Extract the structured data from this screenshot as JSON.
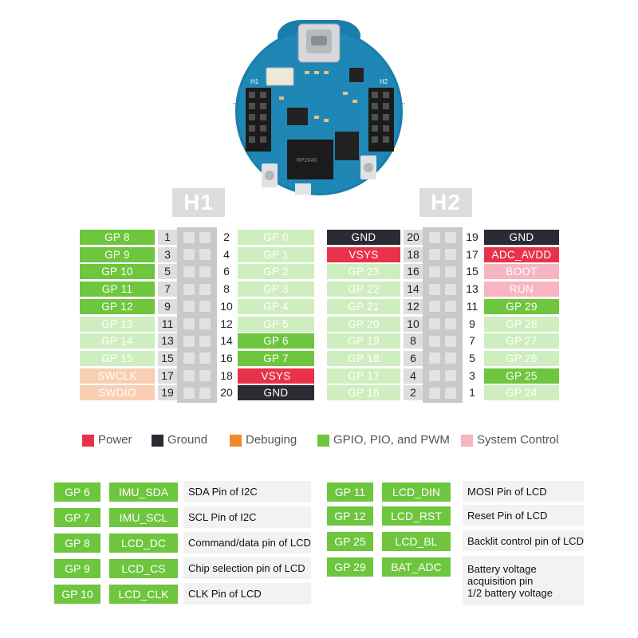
{
  "colors": {
    "power": "#e8324a",
    "ground": "#2b2c33",
    "debug": "#f08a2c",
    "gpio": "#6ec53e",
    "gpio_light": "#cfeec0",
    "system": "#f6b5c1",
    "debug_light": "#f8cfb2",
    "num_bg": "#dedede"
  },
  "headers": {
    "h1": "H1",
    "h2": "H2"
  },
  "h1": {
    "rows": [
      {
        "left": "GP 8",
        "lnum": "1",
        "rnum": "2",
        "right": "GP 0"
      },
      {
        "left": "GP 9",
        "lnum": "3",
        "rnum": "4",
        "right": "GP 1"
      },
      {
        "left": "GP 10",
        "lnum": "5",
        "rnum": "6",
        "right": "GP 2"
      },
      {
        "left": "GP 11",
        "lnum": "7",
        "rnum": "8",
        "right": "GP 3"
      },
      {
        "left": "GP 12",
        "lnum": "9",
        "rnum": "10",
        "right": "GP 4"
      },
      {
        "left": "GP 13",
        "lnum": "11",
        "rnum": "12",
        "right": "GP 5"
      },
      {
        "left": "GP 14",
        "lnum": "13",
        "rnum": "14",
        "right": "GP 6"
      },
      {
        "left": "GP 15",
        "lnum": "15",
        "rnum": "16",
        "right": "GP 7"
      },
      {
        "left": "SWCLK",
        "lnum": "17",
        "rnum": "18",
        "right": "VSYS"
      },
      {
        "left": "SWDIO",
        "lnum": "19",
        "rnum": "20",
        "right": "GND"
      }
    ]
  },
  "h2": {
    "rows": [
      {
        "left": "GND",
        "lnum": "20",
        "rnum": "19",
        "right": "GND"
      },
      {
        "left": "VSYS",
        "lnum": "18",
        "rnum": "17",
        "right": "ADC_AVDD"
      },
      {
        "left": "GP 23",
        "lnum": "16",
        "rnum": "15",
        "right": "BOOT"
      },
      {
        "left": "GP 22",
        "lnum": "14",
        "rnum": "13",
        "right": "RUN"
      },
      {
        "left": "GP 21",
        "lnum": "12",
        "rnum": "11",
        "right": "GP 29"
      },
      {
        "left": "GP 20",
        "lnum": "10",
        "rnum": "9",
        "right": "GP 28"
      },
      {
        "left": "GP 19",
        "lnum": "8",
        "rnum": "7",
        "right": "GP 27"
      },
      {
        "left": "GP 18",
        "lnum": "6",
        "rnum": "5",
        "right": "GP 26"
      },
      {
        "left": "GP 17",
        "lnum": "4",
        "rnum": "3",
        "right": "GP 25"
      },
      {
        "left": "GP 16",
        "lnum": "2",
        "rnum": "1",
        "right": "GP 24"
      }
    ]
  },
  "legend": [
    {
      "label": "Power"
    },
    {
      "label": "Ground"
    },
    {
      "label": "Debuging"
    },
    {
      "label": "GPIO, PIO, and PWM"
    },
    {
      "label": "System Control"
    }
  ],
  "functions_left": [
    {
      "gp": "GP 6",
      "fn": "IMU_SDA",
      "desc": [
        "SDA Pin of I2C"
      ]
    },
    {
      "gp": "GP 7",
      "fn": "IMU_SCL",
      "desc": [
        "SCL Pin of I2C"
      ]
    },
    {
      "gp": "GP 8",
      "fn": "LCD_DC",
      "desc": [
        "Command/data pin of LCD"
      ]
    },
    {
      "gp": "GP 9",
      "fn": "LCD_CS",
      "desc": [
        "Chip selection pin of LCD"
      ]
    },
    {
      "gp": "GP 10",
      "fn": "LCD_CLK",
      "desc": [
        "CLK Pin of LCD"
      ]
    }
  ],
  "functions_right": [
    {
      "gp": "GP 11",
      "fn": "LCD_DIN",
      "desc": [
        "MOSI Pin of LCD"
      ]
    },
    {
      "gp": "GP 12",
      "fn": "LCD_RST",
      "desc": [
        "Reset Pin of LCD"
      ]
    },
    {
      "gp": "GP 25",
      "fn": "LCD_BL",
      "desc": [
        "Backlit control pin of LCD"
      ]
    },
    {
      "gp": "GP 29",
      "fn": "BAT_ADC",
      "desc": [
        "Battery voltage",
        "acquisition pin",
        "1/2 battery voltage"
      ]
    }
  ],
  "board": {
    "h1_silk": "H1",
    "h2_silk": "H2",
    "chip_text": "RP2040"
  }
}
